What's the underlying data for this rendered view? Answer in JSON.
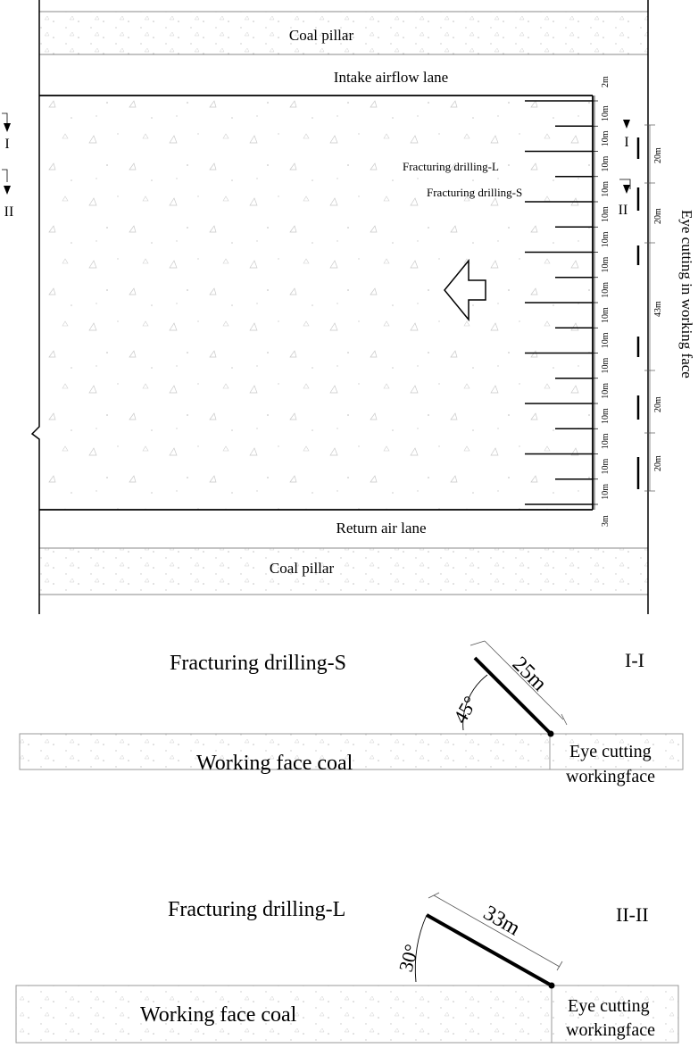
{
  "plan": {
    "coal_pillar_top": "Coal pillar",
    "intake_lane": "Intake airflow lane",
    "return_lane": "Return air lane",
    "coal_pillar_bottom": "Coal pillar",
    "eye_cutting": "Eye cutting in working face",
    "drill_label_L": "Fracturing drilling-L",
    "drill_label_S": "Fracturing drilling-S",
    "section_mark_1": "I",
    "section_mark_2": "II",
    "spacing_top": "2m",
    "spacing_each": "10m",
    "spacing_bottom": "3m",
    "interval_count": 16,
    "segment_lengths": [
      "20m",
      "20m",
      "43m",
      "20m",
      "20m"
    ]
  },
  "section1": {
    "title": "I-I",
    "label": "Fracturing drilling-S",
    "angle": "45°",
    "length": "25m",
    "coal": "Working face coal",
    "eye_line1": "Eye cutting",
    "eye_line2": "workingface"
  },
  "section2": {
    "title": "II-II",
    "label": "Fracturing drilling-L",
    "angle": "30°",
    "length": "33m",
    "coal": "Working face coal",
    "eye_line1": "Eye cutting",
    "eye_line2": "workingface"
  }
}
